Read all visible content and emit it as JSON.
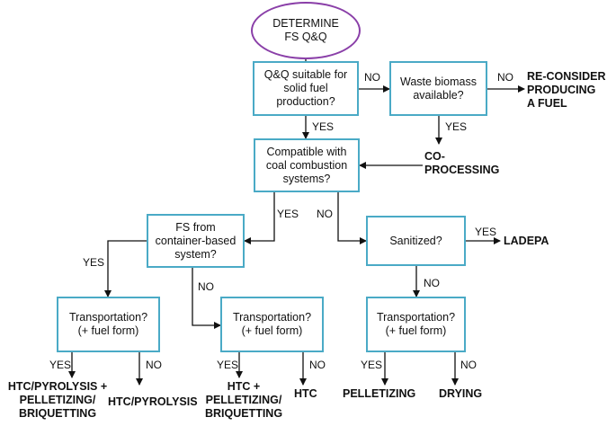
{
  "nodes": {
    "start": "DETERMINE\nFS Q&Q",
    "qq_suitable": "Q&Q suitable for\nsolid fuel\nproduction?",
    "waste_biomass": "Waste biomass\navailable?",
    "coal_compatible": "Compatible with\ncoal combustion\nsystems?",
    "container_based": "FS from\ncontainer-based\nsystem?",
    "sanitized": "Sanitized?",
    "transport_1": "Transportation?\n(+ fuel form)",
    "transport_2": "Transportation?\n(+ fuel form)",
    "transport_3": "Transportation?\n(+ fuel form)"
  },
  "outcomes": {
    "reconsider": "RE-CONSIDER\nPRODUCING\nA FUEL",
    "co_processing": "CO-\nPROCESSING",
    "ladepa": "LADEPA",
    "htc_pyro_pellet": "HTC/PYROLYSIS +\nPELLETIZING/\nBRIQUETTING",
    "htc_pyro": "HTC/PYROLYSIS",
    "htc_pellet": "HTC +\nPELLETIZING/\nBRIQUETTING",
    "htc": "HTC",
    "pelletizing": "PELLETIZING",
    "drying": "DRYING"
  },
  "edge_labels": {
    "qq_no": "NO",
    "waste_no": "NO",
    "qq_yes": "YES",
    "waste_yes": "YES",
    "coal_yes": "YES",
    "coal_no": "NO",
    "container_yes": "YES",
    "container_no": "NO",
    "sanitized_yes": "YES",
    "sanitized_no": "NO",
    "t1_yes": "YES",
    "t1_no": "NO",
    "t2_yes": "YES",
    "t2_no": "NO",
    "t3_yes": "YES",
    "t3_no": "NO"
  },
  "colors": {
    "decision_border": "#4aaac6",
    "start_border": "#8a3fa8",
    "arrow": "#111111"
  }
}
